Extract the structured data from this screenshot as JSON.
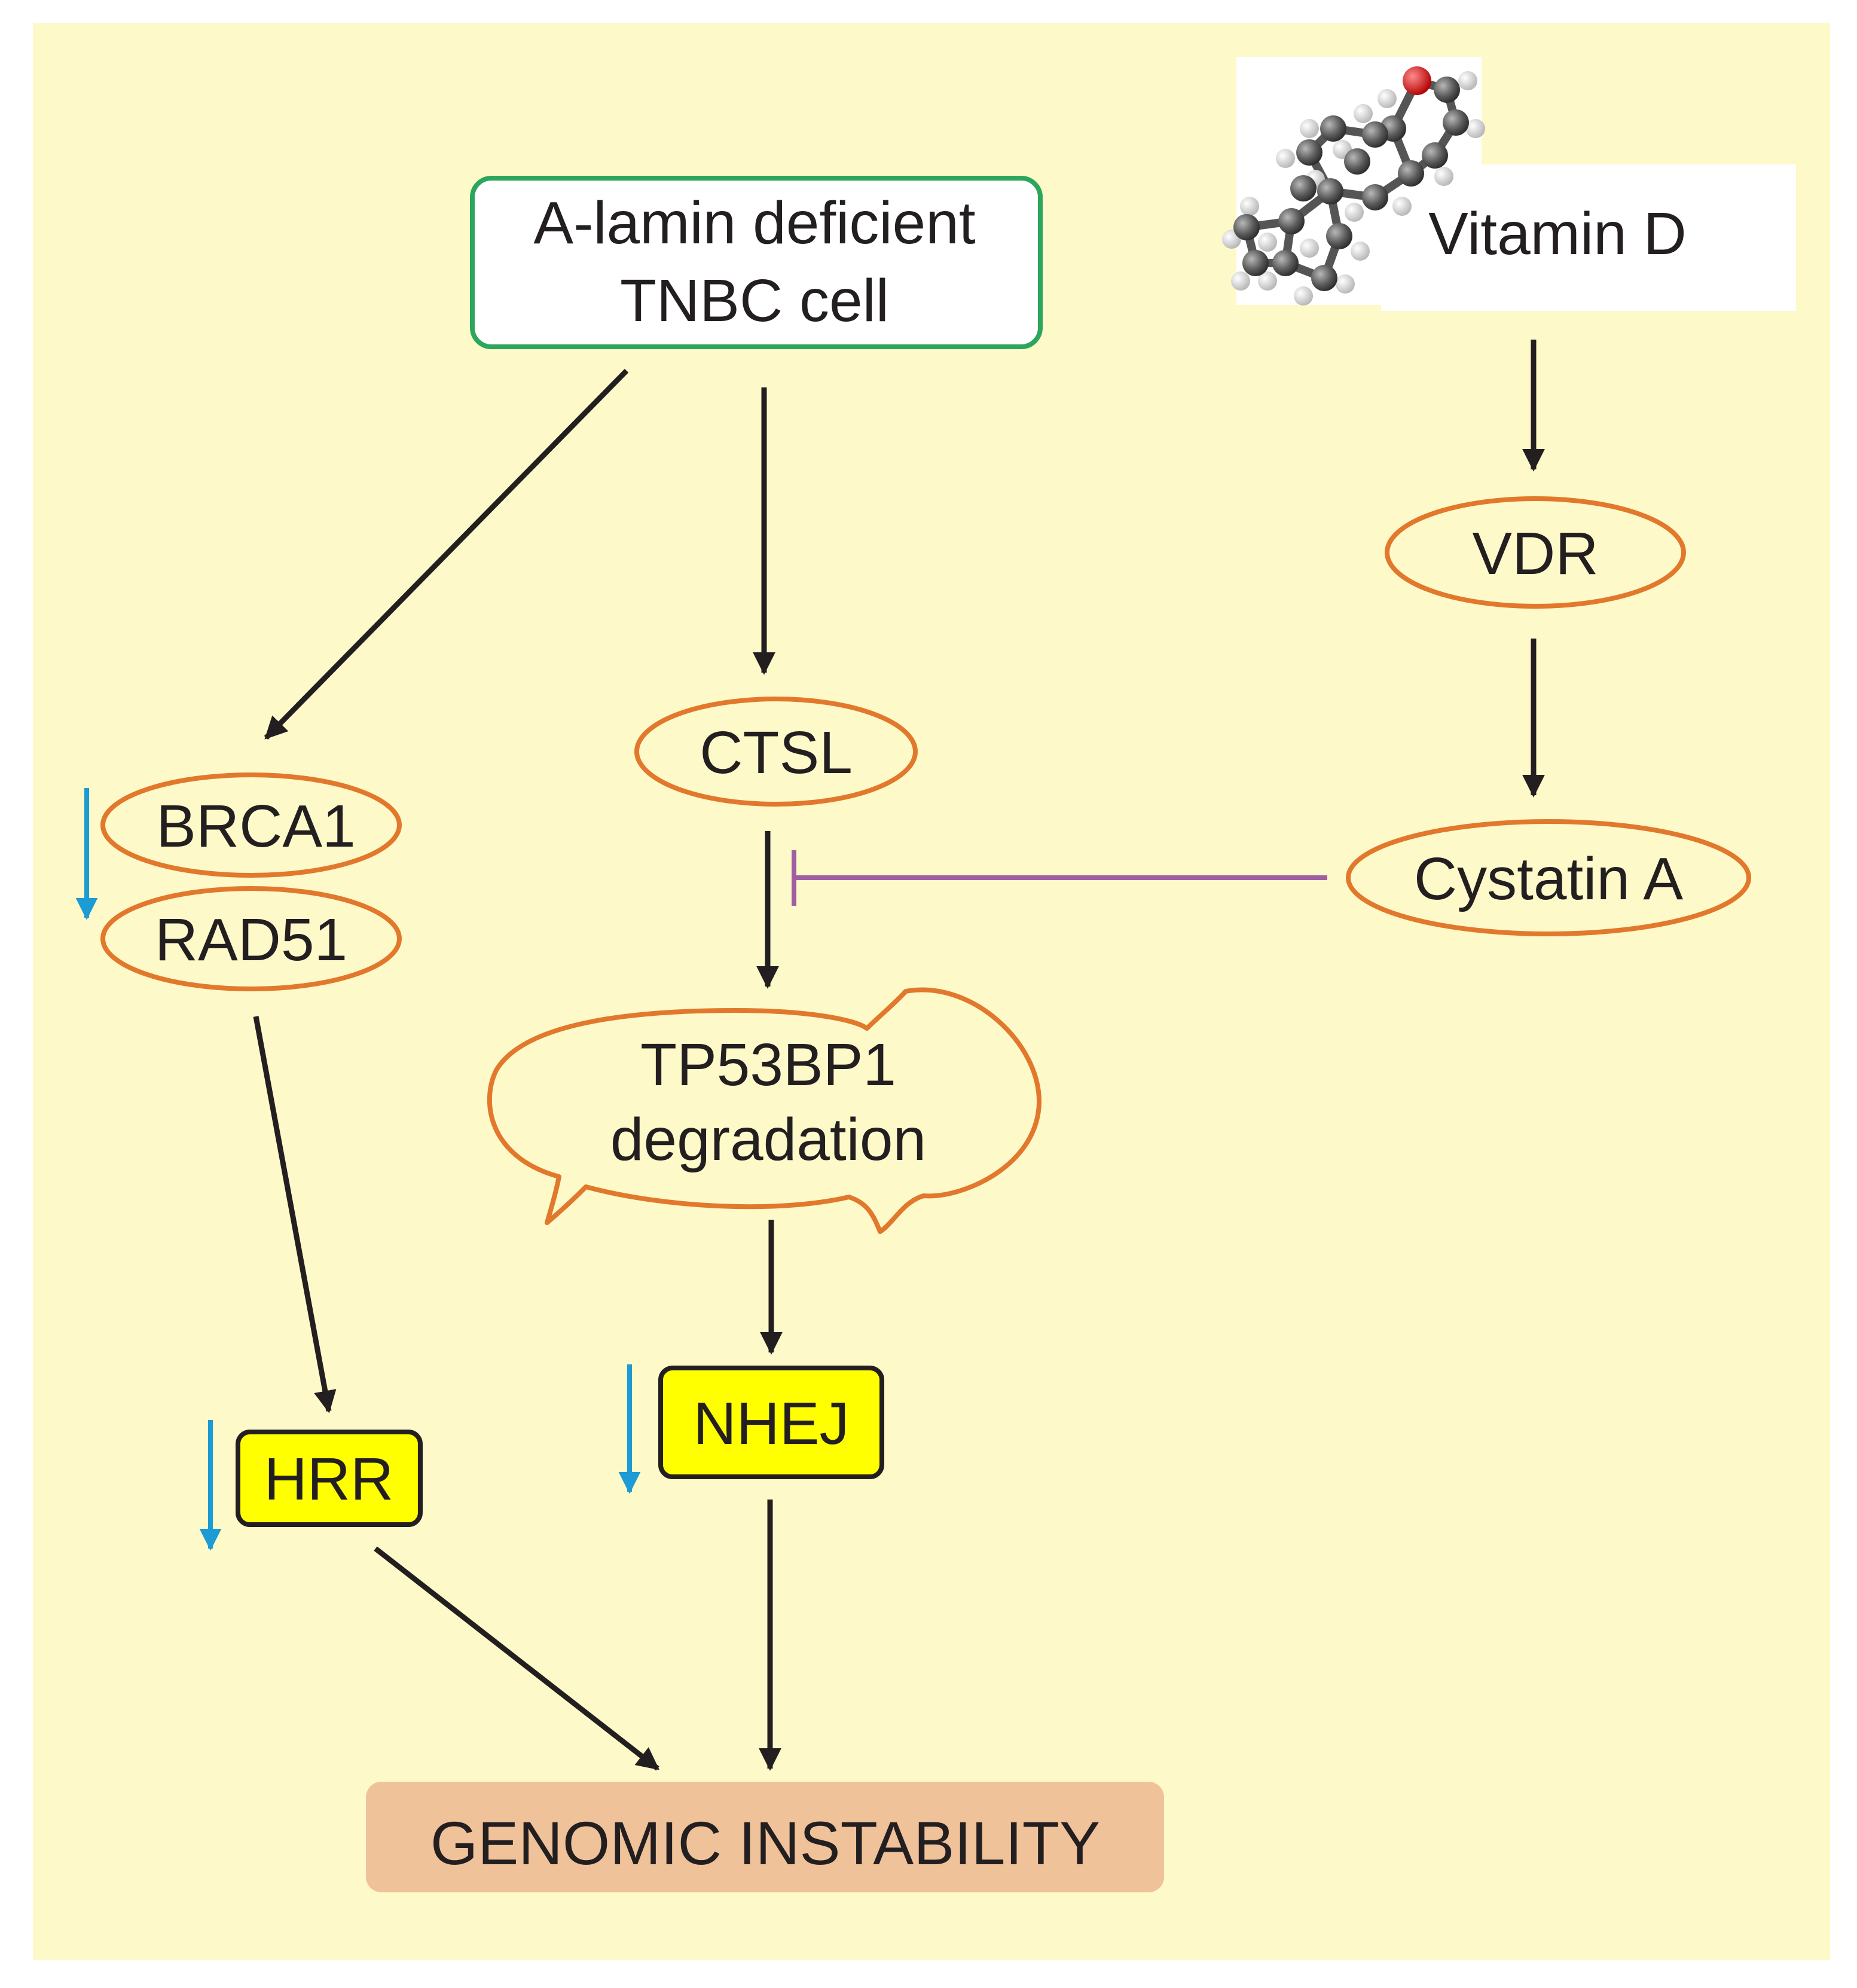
{
  "nodes": {
    "tnbc_line1": "A-lamin deficient",
    "tnbc_line2": "TNBC cell",
    "vitamin_d": "Vitamin D",
    "vdr": "VDR",
    "ctsl": "CTSL",
    "brca1": "BRCA1",
    "rad51": "RAD51",
    "cystatin_a": "Cystatin A",
    "tp53bp1_line1": "TP53BP1",
    "tp53bp1_line2": "degradation",
    "hrr": "HRR",
    "nhej": "NHEJ",
    "genomic_instability": "GENOMIC INSTABILITY"
  },
  "colors": {
    "background": "#fdf9c9",
    "ellipse_stroke": "#e2782c",
    "tnbc_box_stroke": "#2da65d",
    "arrow": "#231f20",
    "decrease_arrow": "#1d9bd4",
    "inhibition": "#a05ea2",
    "repair_box_fill": "#ffff00",
    "outcome_fill": "#f0c29a"
  },
  "icons": {
    "molecule": "vitamin-d-molecule-icon"
  }
}
